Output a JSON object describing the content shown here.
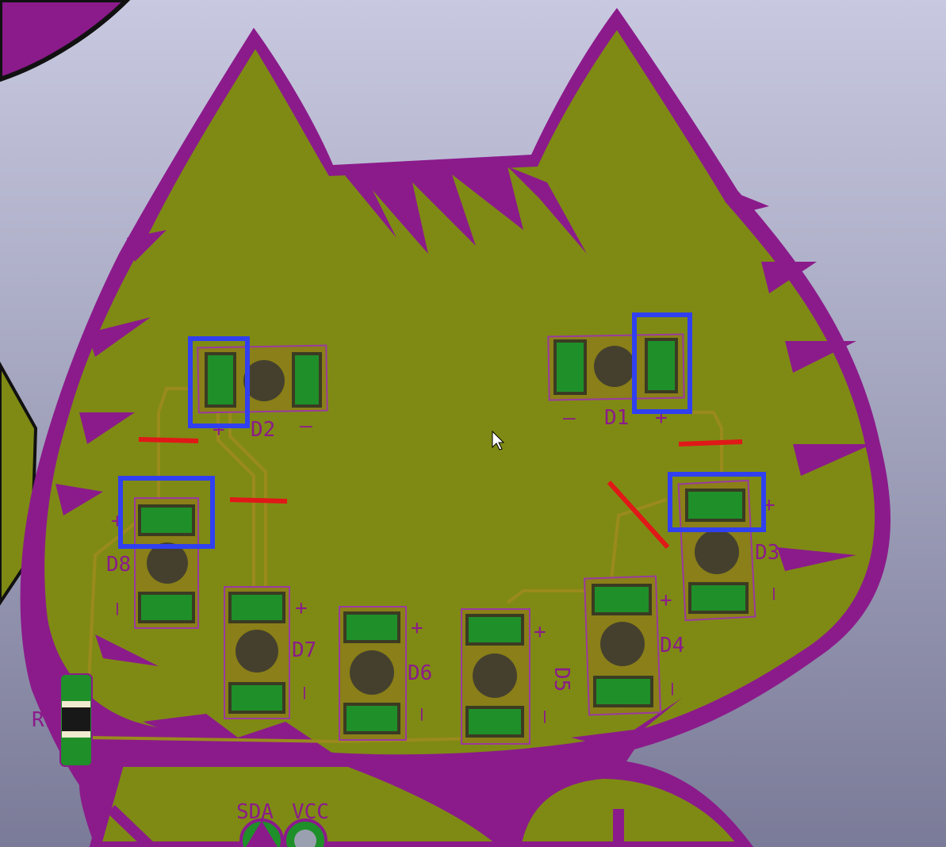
{
  "colors": {
    "background_top": "#c8c9e0",
    "background_bottom": "#7a7b98",
    "board_fill": "#7f8a14",
    "silkscreen": "#8b1b8b",
    "pad": "#1f8f2a",
    "selection": "#3040f0",
    "drc_marker": "#e01818"
  },
  "components": {
    "d1": {
      "ref": "D1",
      "plus": "+",
      "minus": "–"
    },
    "d2": {
      "ref": "D2",
      "plus": "+",
      "minus": "–"
    },
    "d3": {
      "ref": "D3",
      "plus": "+",
      "minus": "–"
    },
    "d4": {
      "ref": "D4",
      "plus": "+",
      "minus": "–"
    },
    "d5": {
      "ref": "D5",
      "plus": "+",
      "minus": "–"
    },
    "d6": {
      "ref": "D6",
      "plus": "+",
      "minus": "–"
    },
    "d7": {
      "ref": "D7",
      "plus": "+",
      "minus": "–"
    },
    "d8": {
      "ref": "D8",
      "plus": "+",
      "minus": "–"
    },
    "r1": {
      "ref": "R1"
    }
  },
  "connector": {
    "sda": "SDA",
    "vcc": "VCC"
  },
  "icons": {
    "cursor": "mouse-pointer-icon"
  }
}
